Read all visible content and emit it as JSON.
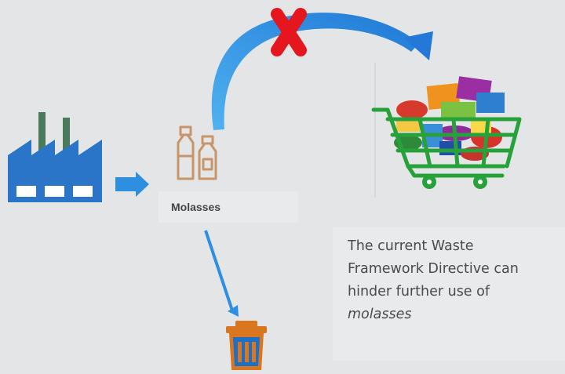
{
  "labels": {
    "product": "Molasses"
  },
  "note": {
    "line1": "The current Waste",
    "line2": "Framework Directive can",
    "line3": "hinder further use of",
    "line4_italic": "molasses"
  },
  "icons": {
    "factory": "factory-icon",
    "bottles": "bottles-icon",
    "cart": "shopping-cart-icon",
    "bin": "trash-bin-icon",
    "cross": "cross-mark-icon"
  },
  "colors": {
    "background": "#e4e5e6",
    "arrow_blue": "#2e8fe0",
    "factory_blue": "#2b75c8",
    "chimney_green": "#4a7a5c",
    "bottle_tan": "#c8956a",
    "cart_green": "#27a23a",
    "bin_orange": "#d9761f",
    "bin_blue": "#1e6fc6",
    "cross_red": "#e5161d"
  }
}
